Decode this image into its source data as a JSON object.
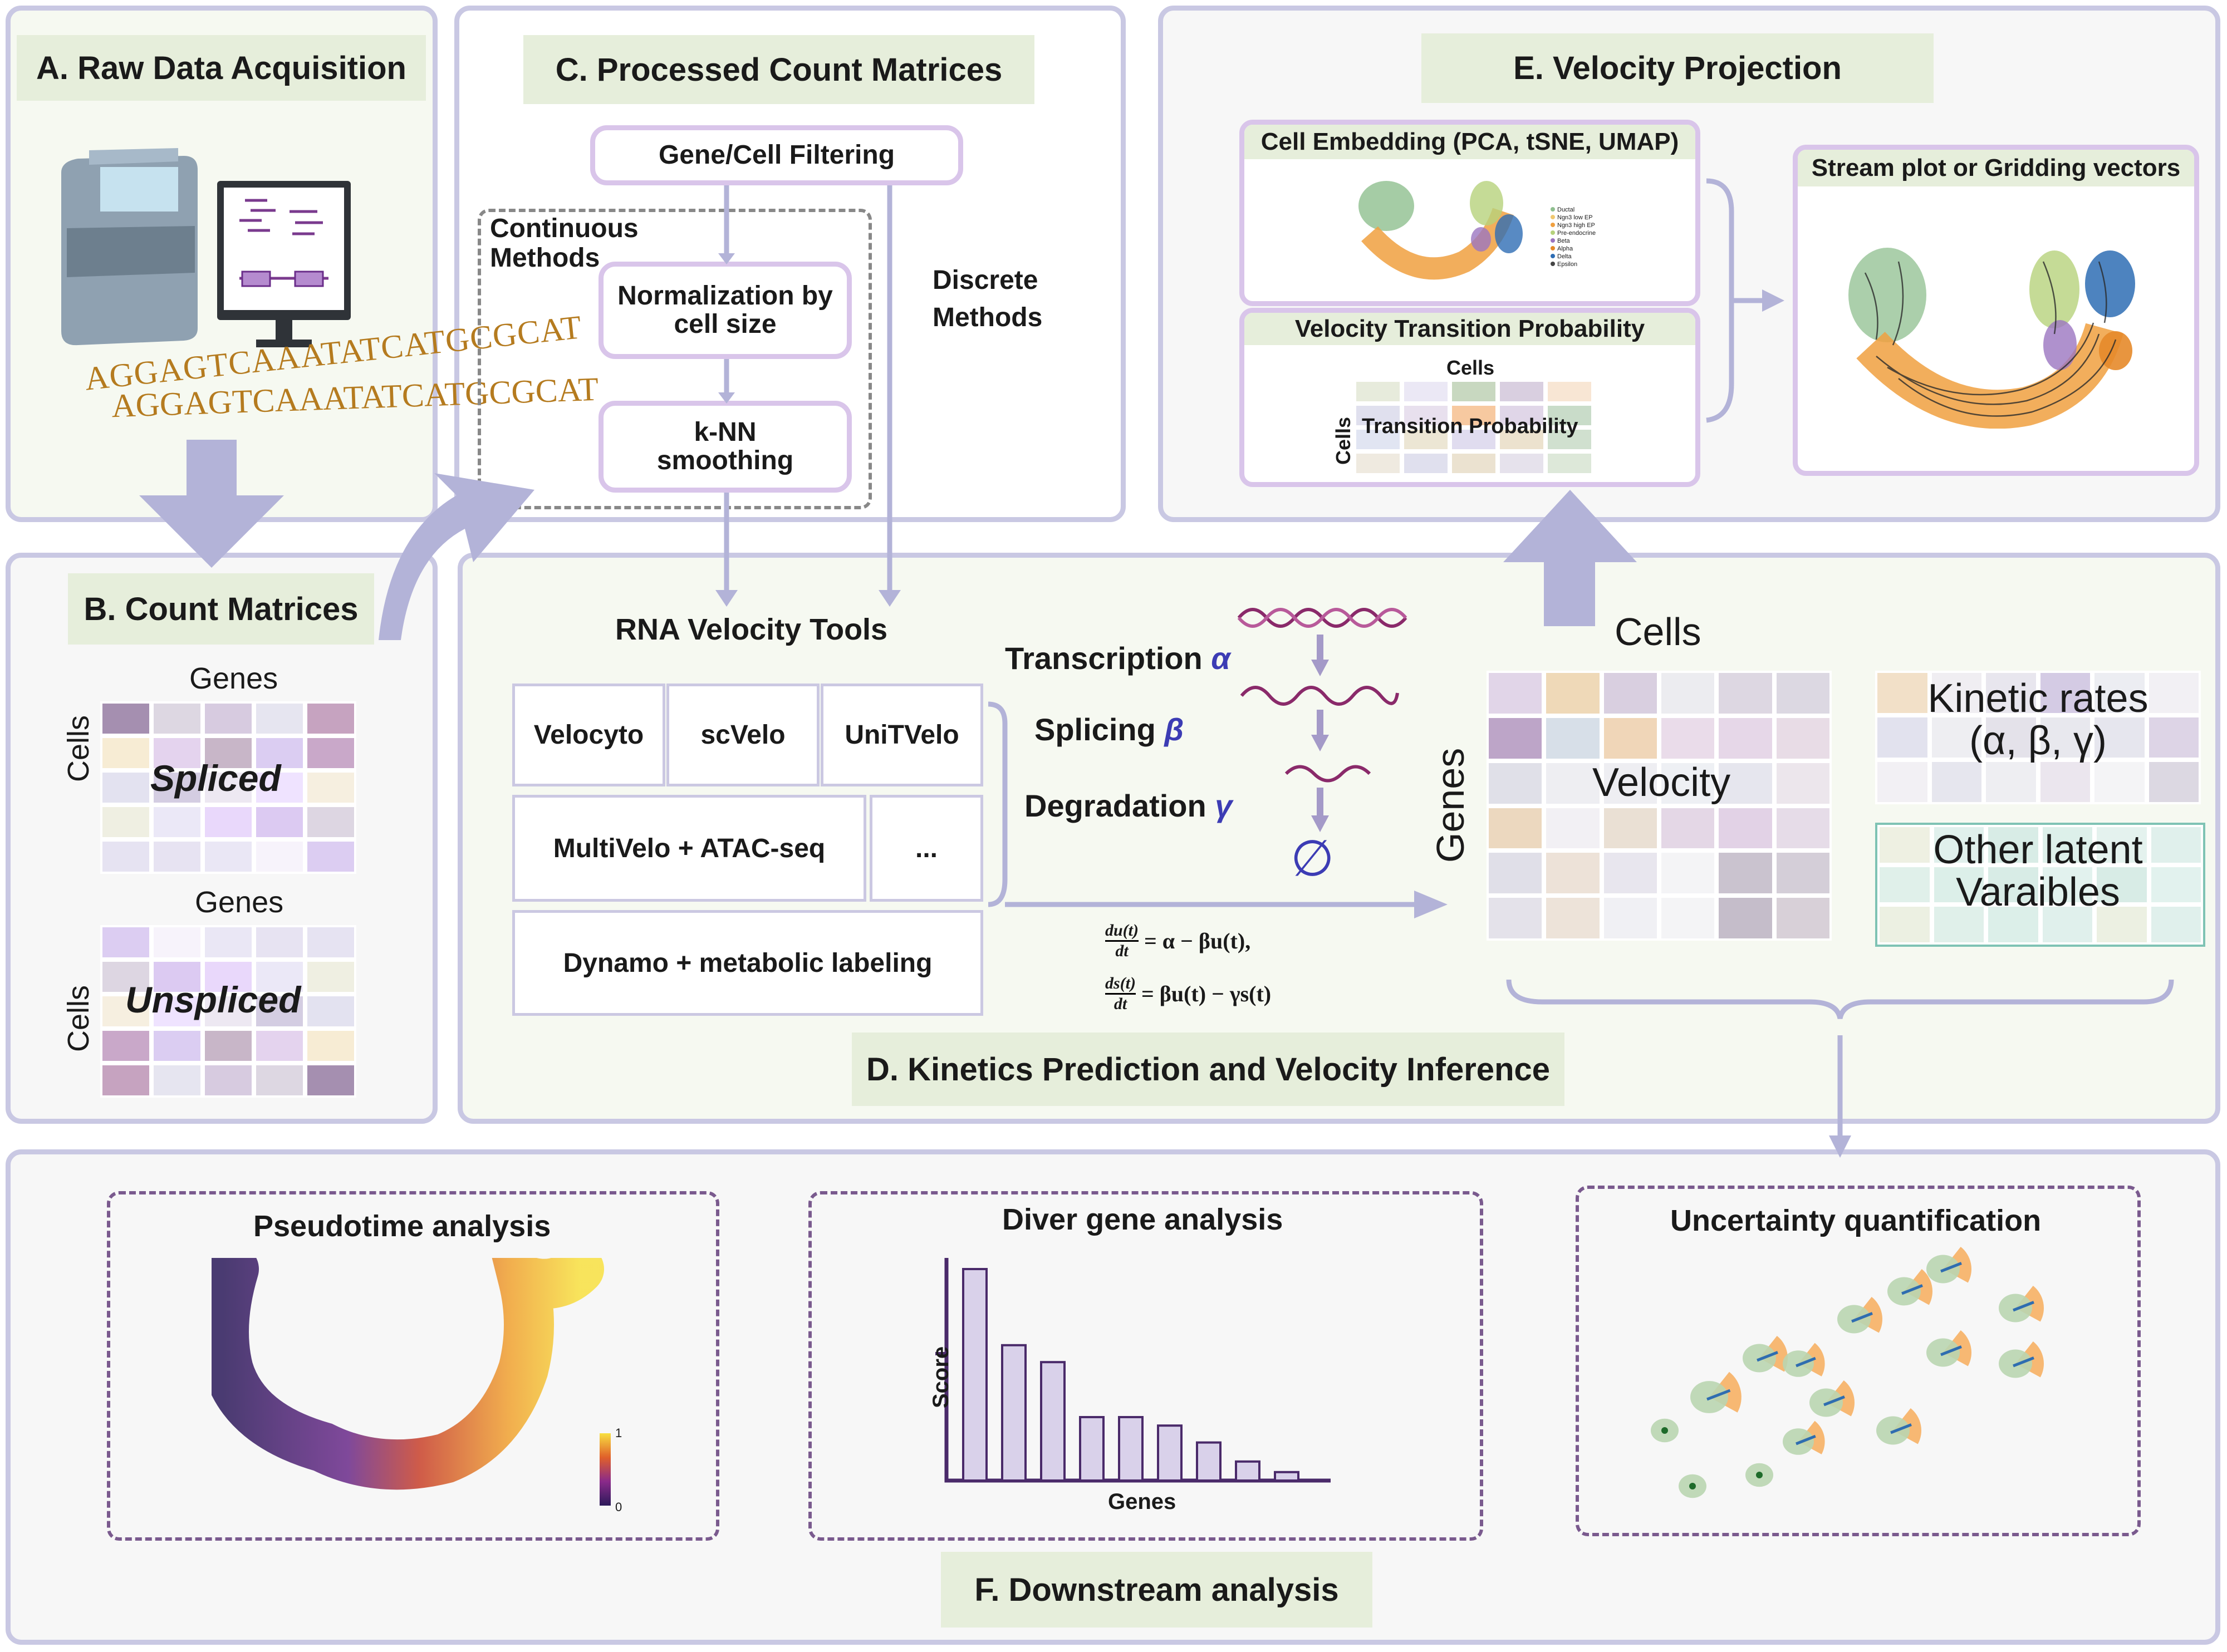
{
  "panels": {
    "a": {
      "title": "A. Raw Data Acquisition",
      "sequence_text": "AGGAGTCAAATATCATGCGCAT"
    },
    "b": {
      "title": "B. Count Matrices",
      "genes": "Genes",
      "cells": "Cells",
      "spliced": "Spliced",
      "unspliced": "Unspliced"
    },
    "c": {
      "title": "C. Processed Count Matrices",
      "filtering": "Gene/Cell Filtering",
      "continuous": "Continuous Methods",
      "normalization": "Normalization by cell size",
      "knn": "k-NN smoothing",
      "discrete": "Discrete Methods"
    },
    "d": {
      "title": "D. Kinetics Prediction and Velocity Inference",
      "tools_heading": "RNA Velocity Tools",
      "tools": [
        "Velocyto",
        "scVelo",
        "UniTVelo",
        "MultiVelo + ATAC-seq",
        "...",
        "Dynamo + metabolic labeling"
      ],
      "transcription": "Transcription",
      "alpha": "α",
      "splicing": "Splicing",
      "beta": "β",
      "degradation": "Degradation",
      "gamma": "γ",
      "null_symbol": "∅",
      "eq1_lhs_num": "du(t)",
      "eq1_lhs_den": "dt",
      "eq1_rhs": "= α − βu(t),",
      "eq2_lhs_num": "ds(t)",
      "eq2_lhs_den": "dt",
      "eq2_rhs": "= βu(t) − γs(t)",
      "cells": "Cells",
      "genes": "Genes",
      "velocity": "Velocity",
      "kinetic_rates": "Kinetic rates",
      "kinetic_symbols": "(α, β, γ)",
      "other_latent_1": "Other latent",
      "other_latent_2": "Varaibles"
    },
    "e": {
      "title": "E. Velocity Projection",
      "embedding": "Cell Embedding (PCA, tSNE, UMAP)",
      "transition": "Velocity Transition Probability",
      "cells": "Cells",
      "transition_prob": "Transition Probability",
      "stream": "Stream plot or Gridding vectors",
      "legend": [
        "Ductal",
        "Ngn3 low EP",
        "Ngn3 high EP",
        "Pre-endocrine",
        "Beta",
        "Alpha",
        "Delta",
        "Epsilon"
      ]
    },
    "f": {
      "title": "F. Downstream analysis",
      "pseudotime": "Pseudotime analysis",
      "colorbar_max": "1",
      "colorbar_min": "0",
      "driver": "Diver gene analysis",
      "score": "Score",
      "genes": "Genes",
      "uncertainty": "Uncertainty quantification"
    }
  },
  "colors": {
    "panel_border": "#c9c8e3",
    "title_bg": "#e6eedb",
    "box_border": "#d9c5ea",
    "arrow": "#b3b3d8",
    "greek": "#3c3cb4"
  },
  "chart_data": {
    "type": "bar",
    "title": "Diver gene analysis",
    "xlabel": "Genes",
    "ylabel": "Score",
    "values": [
      100,
      64,
      56,
      30,
      30,
      26,
      18,
      9,
      4
    ]
  }
}
